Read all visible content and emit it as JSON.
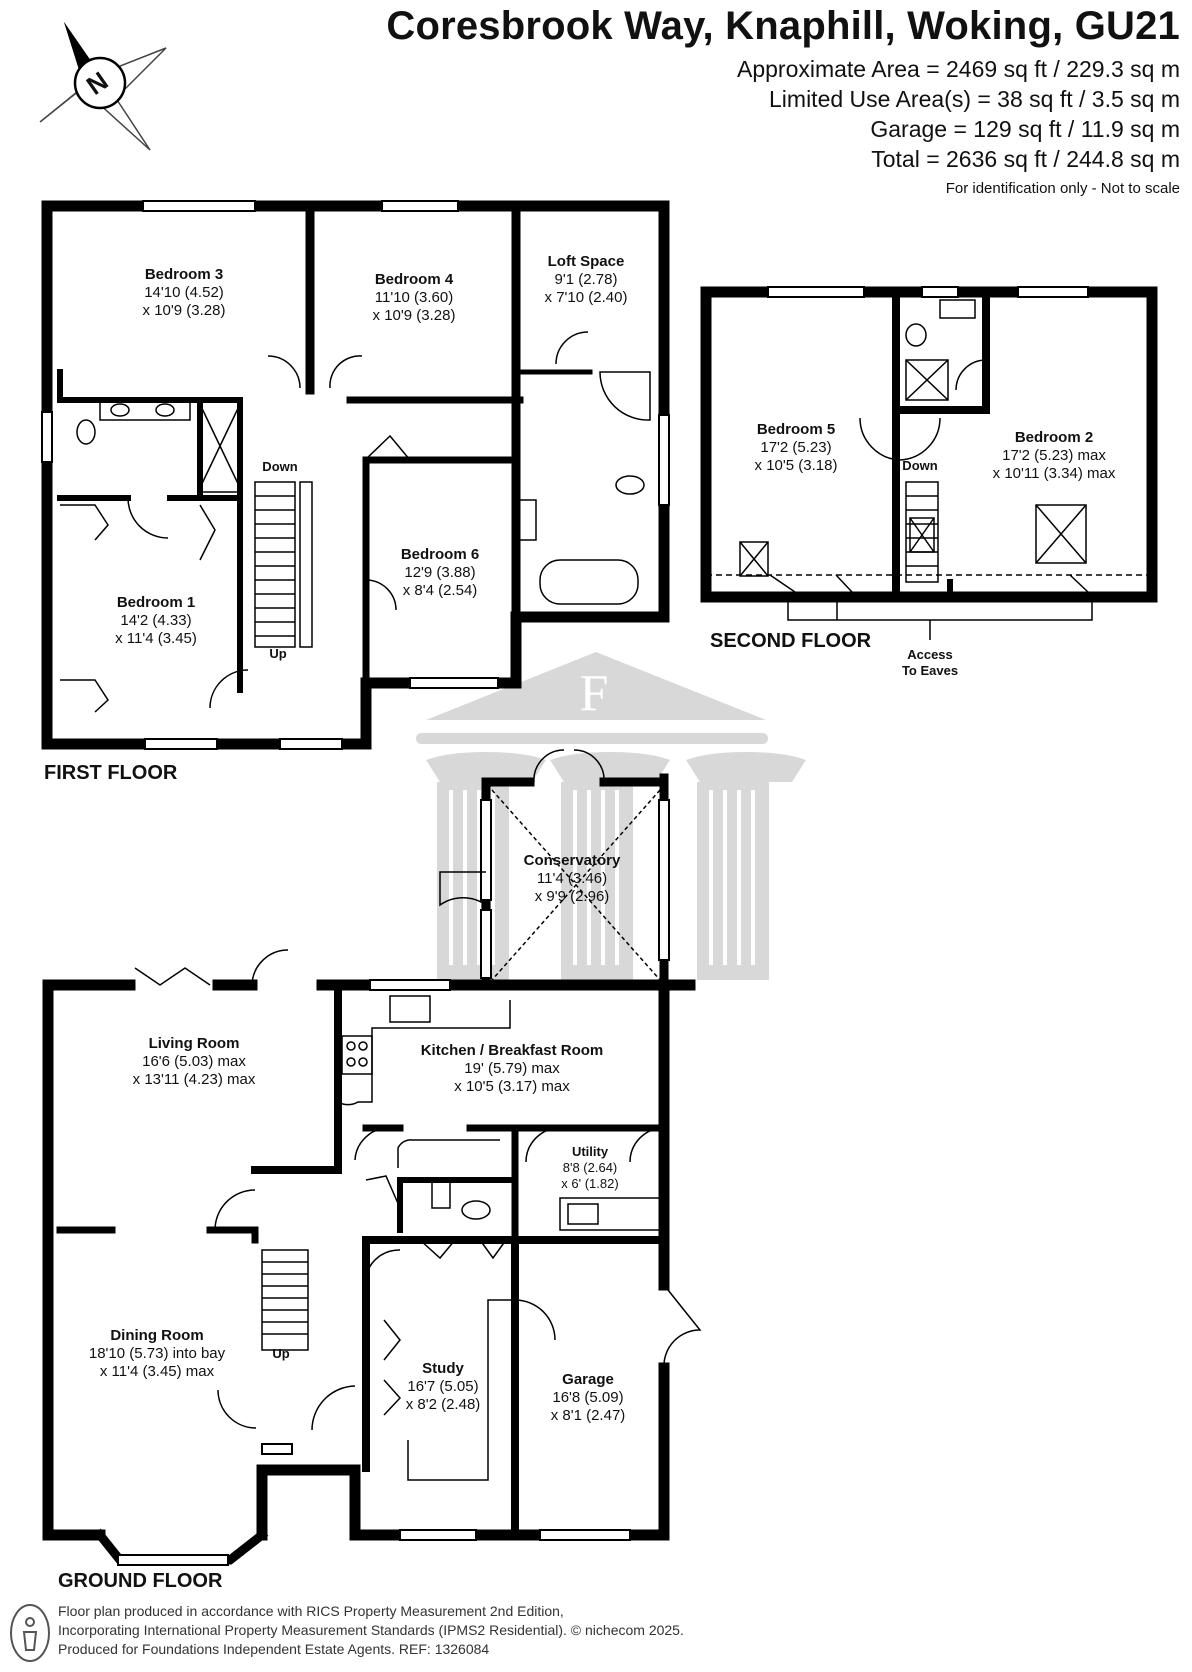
{
  "header": {
    "title": "Coresbrook Way, Knaphill, Woking, GU21",
    "areas": [
      "Approximate Area = 2469 sq ft / 229.3 sq m",
      "Limited Use Area(s) = 38 sq ft / 3.5 sq m",
      "Garage = 129 sq ft / 11.9 sq m",
      "Total = 2636 sq ft / 244.8 sq m"
    ],
    "disclaimer": "For identification only - Not to scale"
  },
  "compass": {
    "letter": "N",
    "icon": "north-compass-icon"
  },
  "watermark": {
    "letter": "F",
    "icon": "foundations-logo"
  },
  "floors": {
    "first": "FIRST FLOOR",
    "second": "SECOND  FLOOR",
    "ground": "GROUND FLOOR"
  },
  "rooms": {
    "bedroom3": {
      "name": "Bedroom 3",
      "l1": "14'10 (4.52)",
      "l2": "x 10'9 (3.28)"
    },
    "bedroom4": {
      "name": "Bedroom 4",
      "l1": "11'10 (3.60)",
      "l2": "x 10'9 (3.28)"
    },
    "loft": {
      "name": "Loft Space",
      "l1": "9'1 (2.78)",
      "l2": "x 7'10 (2.40)"
    },
    "bedroom1": {
      "name": "Bedroom 1",
      "l1": "14'2 (4.33)",
      "l2": "x 11'4 (3.45)"
    },
    "bedroom6": {
      "name": "Bedroom 6",
      "l1": "12'9 (3.88)",
      "l2": "x 8'4 (2.54)"
    },
    "bedroom5": {
      "name": "Bedroom 5",
      "l1": "17'2 (5.23)",
      "l2": "x 10'5 (3.18)"
    },
    "bedroom2": {
      "name": "Bedroom 2",
      "l1": "17'2 (5.23) max",
      "l2": "x 10'11 (3.34) max"
    },
    "conservatory": {
      "name": "Conservatory",
      "l1": "11'4 (3.46)",
      "l2": "x 9'9 (2.96)"
    },
    "living": {
      "name": "Living Room",
      "l1": "16'6 (5.03) max",
      "l2": "x 13'11 (4.23) max"
    },
    "kitchen": {
      "name": "Kitchen / Breakfast Room",
      "l1": "19' (5.79) max",
      "l2": "x 10'5 (3.17) max"
    },
    "utility": {
      "name": "Utility",
      "l1": "8'8 (2.64)",
      "l2": "x 6' (1.82)"
    },
    "dining": {
      "name": "Dining Room",
      "l1": "18'10 (5.73) into bay",
      "l2": "x 11'4 (3.45) max"
    },
    "study": {
      "name": "Study",
      "l1": "16'7 (5.05)",
      "l2": "x 8'2 (2.48)"
    },
    "garage": {
      "name": "Garage",
      "l1": "16'8 (5.09)",
      "l2": "x 8'1 (2.47)"
    }
  },
  "stairs": {
    "first_down": "Down",
    "first_up": "Up",
    "second_down": "Down",
    "ground_up": "Up"
  },
  "eaves": {
    "l1": "Access",
    "l2": "To Eaves"
  },
  "footer": {
    "lines": [
      "Floor plan produced in accordance with RICS Property Measurement 2nd Edition,",
      "Incorporating International Property Measurement Standards (IPMS2 Residential).  © nichecom 2025.",
      "Produced for Foundations Independent Estate Agents.  REF: 1326084"
    ],
    "icon": "person-icon"
  },
  "colors": {
    "wall": "#000000",
    "watermark": "#d6d6d6"
  }
}
